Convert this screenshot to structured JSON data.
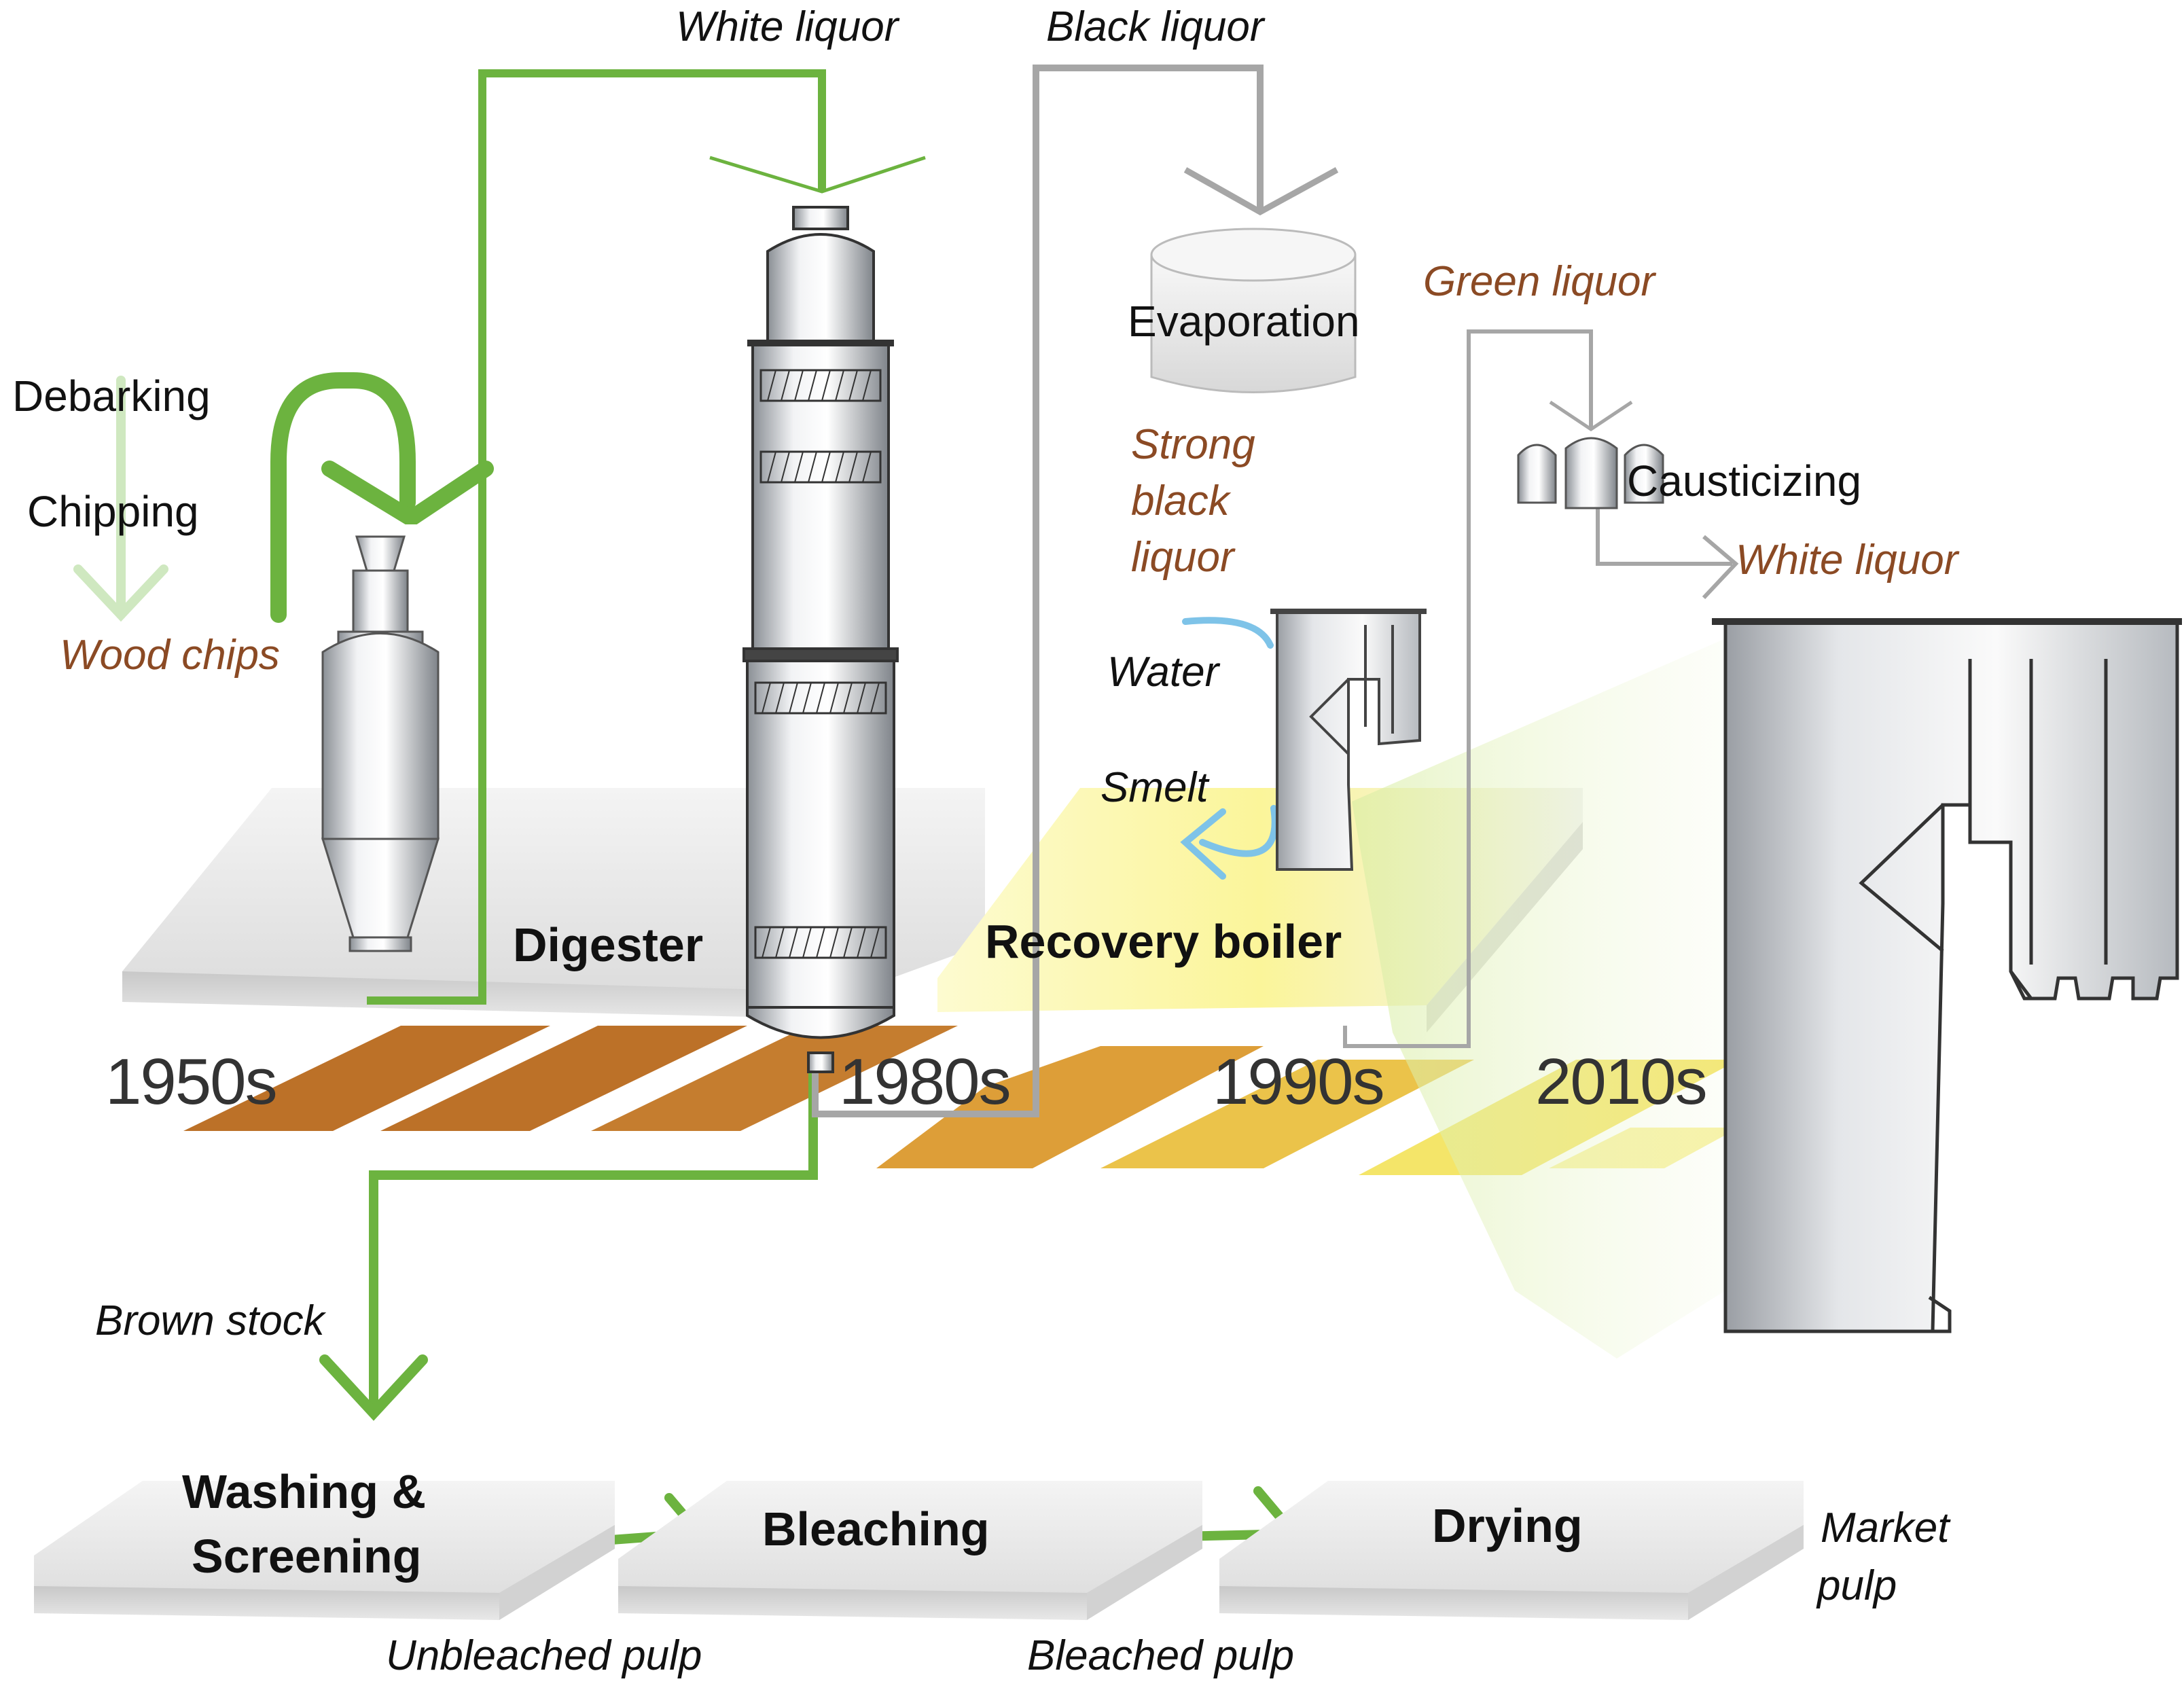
{
  "colors": {
    "green_flow": "#6cb33f",
    "gray_flow": "#a6a6a6",
    "brown_text": "#8b4a24",
    "dark_text": "#111111",
    "blue_flow": "#7ec3e8",
    "era_brown": "#b56a1c",
    "era_orange": "#e3a21a",
    "era_yellow": "#f2e23a"
  },
  "pre_steps": {
    "debarking": "Debarking",
    "chipping": "Chipping",
    "wood_chips": "Wood chips"
  },
  "streams": {
    "white_liquor_top": "White liquor",
    "black_liquor": "Black liquor",
    "green_liquor": "Green liquor",
    "strong_black_liquor": [
      "Strong",
      "black",
      "liquor"
    ],
    "white_liquor_right": "White liquor",
    "water": "Water",
    "smelt": "Smelt",
    "brown_stock": "Brown stock",
    "unbleached_pulp": "Unbleached pulp",
    "bleached_pulp": "Bleached pulp",
    "market_pulp": [
      "Market",
      "pulp"
    ]
  },
  "units": {
    "evaporation": "Evaporation",
    "causticizing": "Causticizing"
  },
  "stages": {
    "digester": "Digester",
    "recovery_boiler": "Recovery boiler",
    "washing": [
      "Washing &",
      "Screening"
    ],
    "bleaching": "Bleaching",
    "drying": "Drying"
  },
  "eras": [
    "1950s",
    "1980s",
    "1990s",
    "2010s"
  ]
}
